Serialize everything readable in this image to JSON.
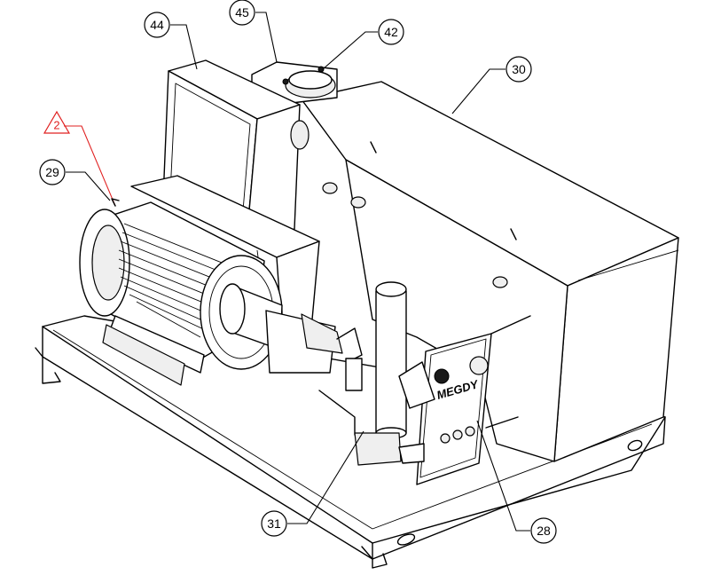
{
  "callouts": [
    {
      "id": "c44",
      "label": "44"
    },
    {
      "id": "c45",
      "label": "45"
    },
    {
      "id": "c42",
      "label": "42"
    },
    {
      "id": "c30",
      "label": "30"
    },
    {
      "id": "c29",
      "label": "29"
    },
    {
      "id": "c31",
      "label": "31"
    },
    {
      "id": "c28",
      "label": "28"
    }
  ],
  "revision_marker": {
    "label": "2",
    "color": "#e02020"
  },
  "panel_logo": "MEGDY",
  "colors": {
    "line": "#000000",
    "revision": "#e02020",
    "background": "#ffffff"
  }
}
